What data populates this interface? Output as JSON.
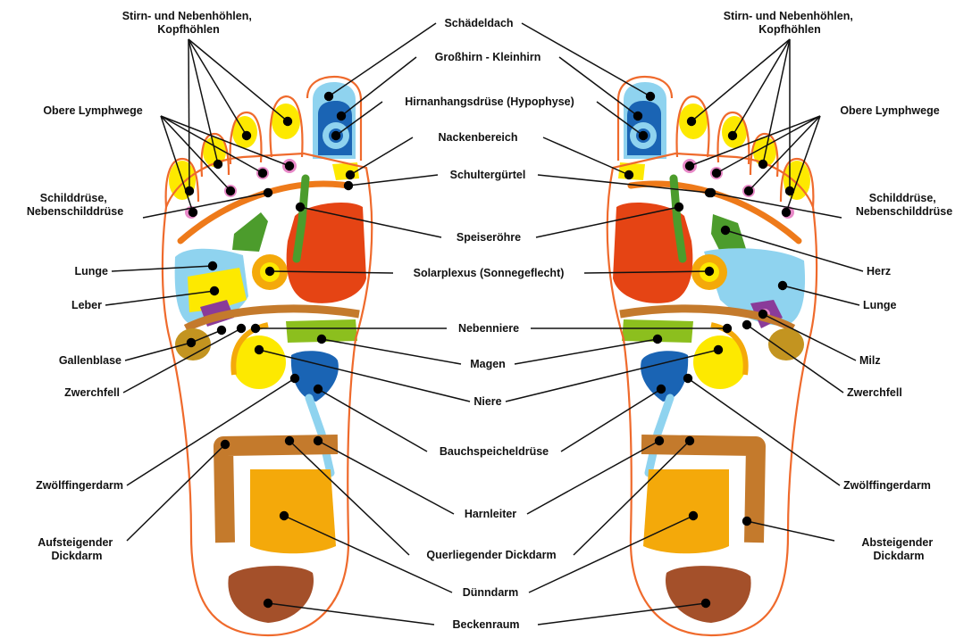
{
  "diagram": {
    "colors": {
      "outline": "#ef6a2c",
      "blue_light": "#8fd3ef",
      "blue_dark": "#1a64b4",
      "yellow": "#fde900",
      "pink": "#e889c8",
      "orange": "#ee7a1a",
      "red": "#e54414",
      "green": "#4c9c2c",
      "lime": "#8cbf1e",
      "purple": "#8a3b99",
      "ochre": "#c39420",
      "gold": "#f4a90a",
      "brown": "#c47a2c",
      "dark_brown": "#a4502a"
    },
    "labels": [
      {
        "id": "stirn-l",
        "lines": [
          "Stirn- und Nebenhöhlen,",
          "Kopfhöhlen"
        ]
      },
      {
        "id": "obere-l",
        "lines": [
          "Obere Lymphwege"
        ]
      },
      {
        "id": "schild-l",
        "lines": [
          "Schilddrüse,",
          "Nebenschilddrüse"
        ]
      },
      {
        "id": "lunge-l",
        "lines": [
          "Lunge"
        ]
      },
      {
        "id": "leber",
        "lines": [
          "Leber"
        ]
      },
      {
        "id": "galle",
        "lines": [
          "Gallenblase"
        ]
      },
      {
        "id": "zwerch-l",
        "lines": [
          "Zwerchfell"
        ]
      },
      {
        "id": "zwoelf-l",
        "lines": [
          "Zwölffingerdarm"
        ]
      },
      {
        "id": "aufst",
        "lines": [
          "Aufsteigender",
          "Dickdarm"
        ]
      },
      {
        "id": "schaedel",
        "lines": [
          "Schädeldach"
        ]
      },
      {
        "id": "gross",
        "lines": [
          "Großhirn - Kleinhirn"
        ]
      },
      {
        "id": "hypo",
        "lines": [
          "Hirnanhangsdrüse (Hypophyse)"
        ]
      },
      {
        "id": "nacken",
        "lines": [
          "Nackenbereich"
        ]
      },
      {
        "id": "schulter",
        "lines": [
          "Schultergürtel"
        ]
      },
      {
        "id": "speise",
        "lines": [
          "Speiseröhre"
        ]
      },
      {
        "id": "solar",
        "lines": [
          "Solarplexus (Sonnegeflecht)"
        ]
      },
      {
        "id": "nebenniere",
        "lines": [
          "Nebenniere"
        ]
      },
      {
        "id": "magen",
        "lines": [
          "Magen"
        ]
      },
      {
        "id": "niere",
        "lines": [
          "Niere"
        ]
      },
      {
        "id": "bauch",
        "lines": [
          "Bauchspeicheldrüse"
        ]
      },
      {
        "id": "harn",
        "lines": [
          "Harnleiter"
        ]
      },
      {
        "id": "quer",
        "lines": [
          "Querliegender Dickdarm"
        ]
      },
      {
        "id": "duenn",
        "lines": [
          "Dünndarm"
        ]
      },
      {
        "id": "becken",
        "lines": [
          "Beckenraum"
        ]
      },
      {
        "id": "stirn-r",
        "lines": [
          "Stirn- und Nebenhöhlen,",
          "Kopfhöhlen"
        ]
      },
      {
        "id": "obere-r",
        "lines": [
          "Obere Lymphwege"
        ]
      },
      {
        "id": "schild-r",
        "lines": [
          "Schilddrüse,",
          "Nebenschilddrüse"
        ]
      },
      {
        "id": "herz",
        "lines": [
          "Herz"
        ]
      },
      {
        "id": "lunge-r",
        "lines": [
          "Lunge"
        ]
      },
      {
        "id": "milz",
        "lines": [
          "Milz"
        ]
      },
      {
        "id": "zwerch-r",
        "lines": [
          "Zwerchfell"
        ]
      },
      {
        "id": "zwoelf-r",
        "lines": [
          "Zwölffingerdarm"
        ]
      },
      {
        "id": "abst",
        "lines": [
          "Absteigender",
          "Dickdarm"
        ]
      }
    ]
  }
}
